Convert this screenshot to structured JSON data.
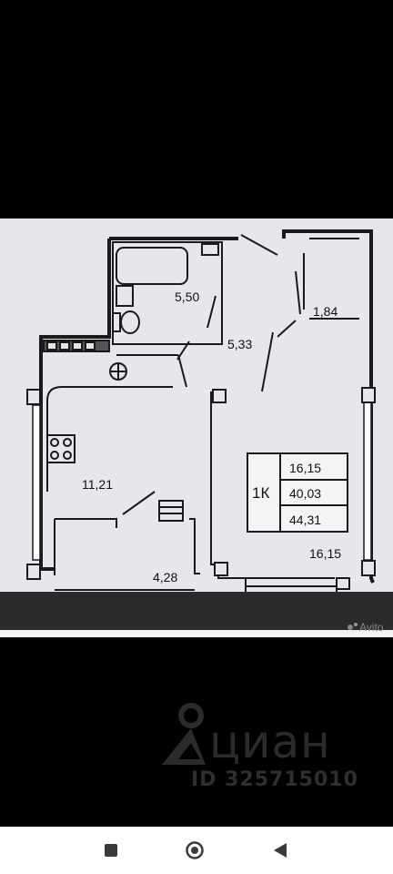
{
  "floorplan": {
    "rooms": {
      "bathroom_area": "5,50",
      "hall_area": "5,33",
      "balcony_small_area": "1,84",
      "kitchen_area": "11,21",
      "loggia_area": "4,28",
      "living_room_area": "16,15"
    },
    "summary": {
      "type_label": "1К",
      "living_area": "16,15",
      "total_area": "40,03",
      "total_with_loggia": "44,31"
    }
  },
  "watermark": {
    "avito": "Avito",
    "brand": "циан",
    "listing_id": "ID 325715010"
  },
  "navbar": {
    "icons": [
      "square-recents-icon",
      "circle-home-icon",
      "triangle-back-icon"
    ]
  }
}
